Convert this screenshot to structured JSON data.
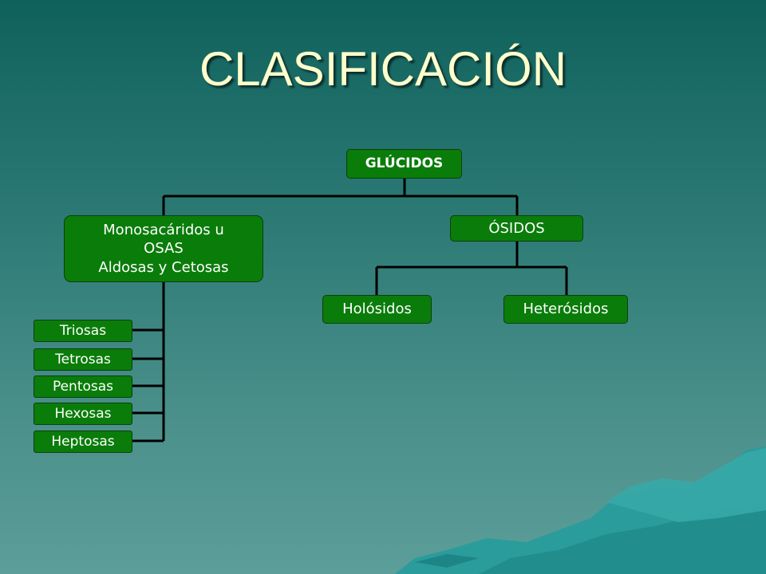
{
  "slide": {
    "title": "CLASIFICACIÓN"
  },
  "diagram": {
    "root": "GLÚCIDOS",
    "monosacaridos": {
      "line1": "Monosacáridos u",
      "line2": "OSAS",
      "line3": "Aldosas y Cetosas"
    },
    "osidos": "ÓSIDOS",
    "osidos_children": {
      "holosidos": "Holósidos",
      "heterosidos": "Heterósidos"
    },
    "mono_children": [
      "Triosas",
      "Tetrosas",
      "Pentosas",
      "Hexosas",
      "Heptosas"
    ]
  },
  "colors": {
    "box_fill": "#0a7c0a",
    "connector": "#000000",
    "title": "#ffffcc",
    "background": "#2e7b76"
  }
}
